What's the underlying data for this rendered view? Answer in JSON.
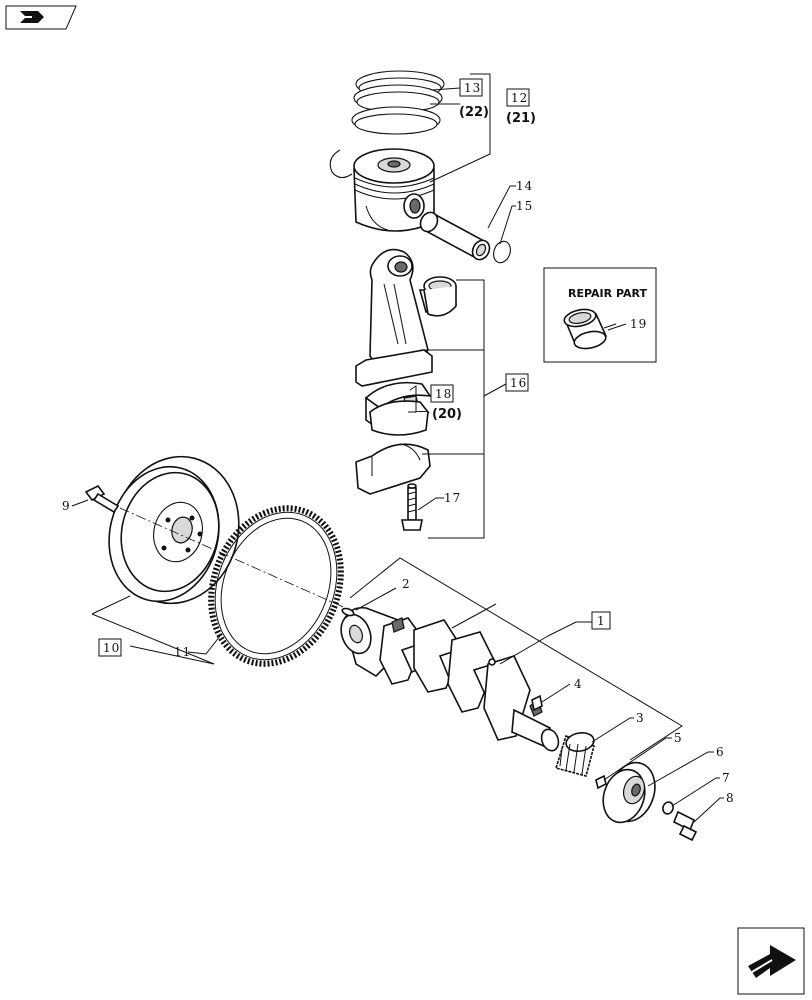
{
  "repair_box": {
    "title": "REPAIR PART"
  },
  "callouts": {
    "c1": "1",
    "c2": "2",
    "c3": "3",
    "c4": "4",
    "c5": "5",
    "c6": "6",
    "c7": "7",
    "c8": "8",
    "c9": "9",
    "c10": "10",
    "c11": "11",
    "c12": "12",
    "c13": "13",
    "c14": "14",
    "c15": "15",
    "c16": "16",
    "c17": "17",
    "c18": "18",
    "c19": "19"
  },
  "quantities": {
    "q13": "(22)",
    "q12": "(21)",
    "q18": "(20)"
  },
  "nav": {
    "prev_icon": "back-arrow-icon",
    "next_icon": "forward-arrow-icon"
  },
  "colors": {
    "ink": "#111111",
    "shade": "#d9d9d9"
  }
}
